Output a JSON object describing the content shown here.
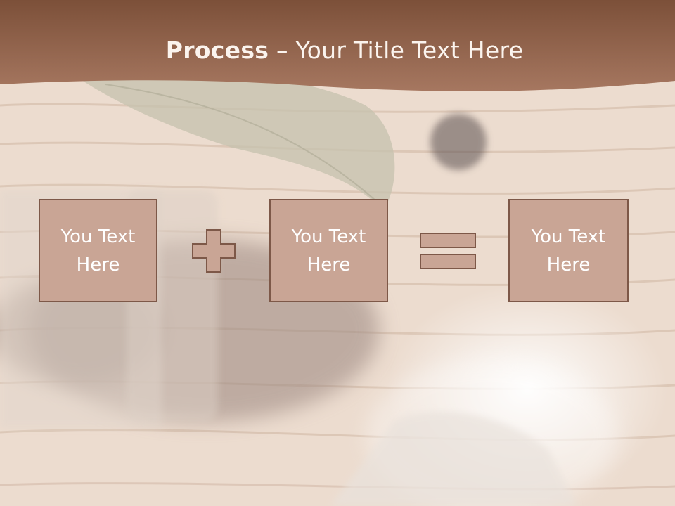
{
  "slide": {
    "title_bold": "Process",
    "title_rest": " – Your Title Text Here",
    "boxes": [
      {
        "text": "You Text Here"
      },
      {
        "text": "You Text Here"
      },
      {
        "text": "You Text Here"
      }
    ],
    "operators": [
      "plus-icon",
      "equals-icon"
    ]
  },
  "colors": {
    "title_bar": "#8a5a40",
    "box_fill": "#c9a595",
    "box_border": "#7d5848",
    "operator_fill": "#c9a595",
    "text": "#ffffff"
  }
}
